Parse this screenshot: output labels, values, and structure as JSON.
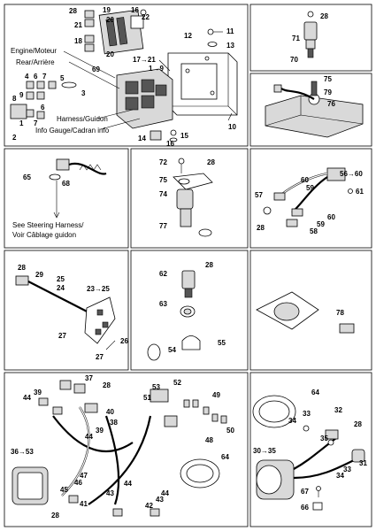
{
  "labels": {
    "engine": "Engine/Moteur",
    "rear": "Rear/Arrière",
    "harness": "Harness/Guidon",
    "info_gauge": "Info Gauge/Cadran info",
    "see_steering_1": "See Steering Harness/",
    "see_steering_2": "Voir Câblage guidon"
  },
  "callouts": {
    "p1": {
      "n28": "28",
      "n19": "19",
      "n20": "20",
      "n21": "21",
      "n18": "18",
      "n20b": "20",
      "n16": "16",
      "n22": "22",
      "n11": "11",
      "n12": "12",
      "n13": "13",
      "n17_21": "17→21",
      "n1_9": "1→9",
      "n69": "69",
      "n3": "3",
      "n4": "4",
      "n5": "5",
      "n6": "6",
      "n7": "7",
      "n8": "8",
      "n9": "9",
      "n6b": "6",
      "n7b": "7",
      "n1": "1",
      "n2": "2",
      "n10": "10",
      "n14": "14",
      "n15": "15",
      "n16b": "16"
    },
    "p2": {
      "n28": "28",
      "n71": "71",
      "n70": "70"
    },
    "p3": {
      "n75": "75",
      "n79": "79",
      "n76": "76"
    },
    "p4": {
      "n65": "65",
      "n68": "68"
    },
    "p5": {
      "n72": "72",
      "n28": "28",
      "n75": "75",
      "n74": "74",
      "n77": "77"
    },
    "p6": {
      "n56_60": "56→60",
      "n60": "60",
      "n57": "57",
      "n59": "59",
      "n61": "61",
      "n60b": "60",
      "n28": "28",
      "n59b": "59",
      "n58": "58"
    },
    "p7": {
      "n28": "28",
      "n29": "29",
      "n25": "25",
      "n24": "24",
      "n23_25": "23→25",
      "n27": "27",
      "n26": "26",
      "n27b": "27"
    },
    "p8": {
      "n62": "62",
      "n28": "28",
      "n63": "63",
      "n54": "54",
      "n55": "55"
    },
    "p9": {
      "n78": "78"
    },
    "p10": {
      "n37": "37",
      "n28": "28",
      "n39": "39",
      "n44": "44",
      "n40": "40",
      "n38": "38",
      "n39b": "39",
      "n44b": "44",
      "n36_53": "36→53",
      "n45": "45",
      "n47": "47",
      "n46": "46",
      "n41": "41",
      "n43": "43",
      "n28b": "28",
      "n42": "42",
      "n44c": "44",
      "n43b": "43",
      "n44d": "44",
      "n53": "53",
      "n52": "52",
      "n51": "51",
      "n49": "49",
      "n50": "50",
      "n48": "48",
      "n64": "64"
    },
    "p11": {
      "n64": "64",
      "n28": "28",
      "n32": "32",
      "n33": "33",
      "n34": "34",
      "n30_35": "30→35",
      "n35": "35",
      "n31": "31",
      "n33b": "33",
      "n34b": "34",
      "n67": "67",
      "n66": "66"
    }
  }
}
